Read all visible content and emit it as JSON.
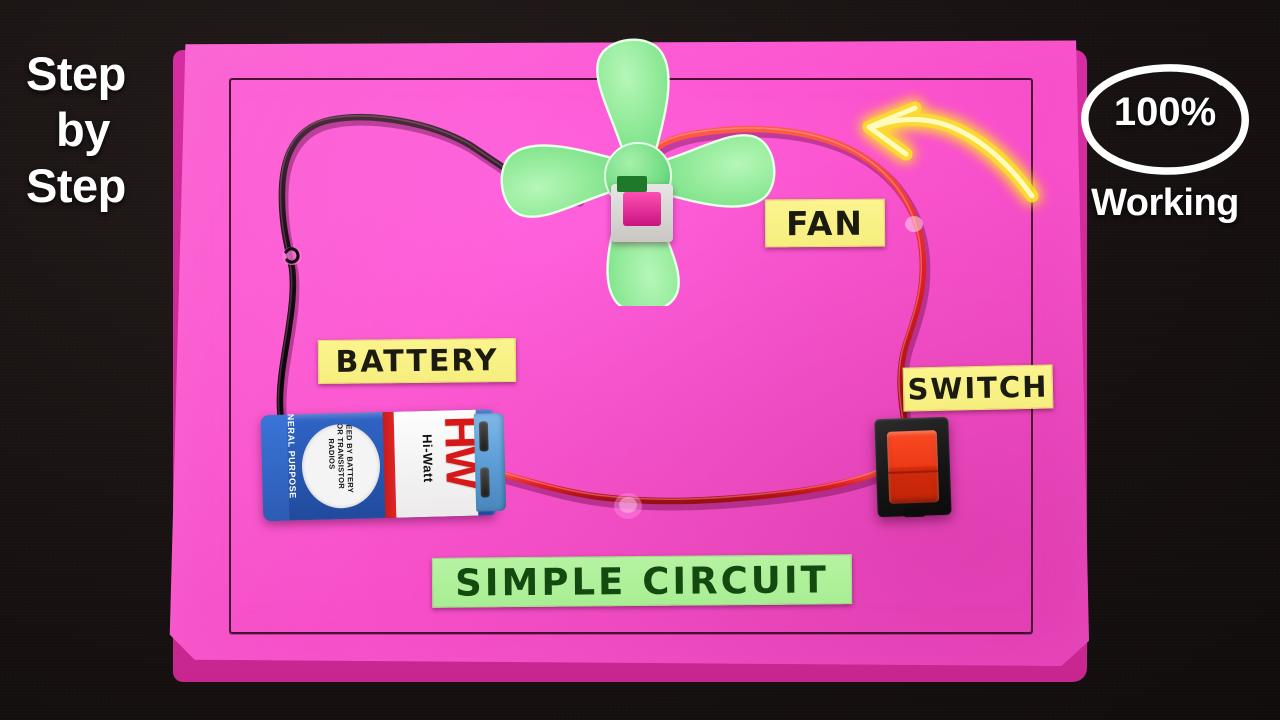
{
  "overlay": {
    "left_lines": [
      "Step",
      "by",
      "Step"
    ],
    "badge_percent": "100%",
    "badge_working": "Working"
  },
  "board": {
    "labels": {
      "battery": "BATTERY",
      "fan": "FAN",
      "switch": "SWITCH",
      "title": "SIMPLE CIRCUIT"
    }
  },
  "battery": {
    "brand": "HW",
    "brand_sub": "Hi-Watt",
    "side_text": "GENERAL PURPOSE",
    "oval_text": "SPEED BY BATTERY FOR TRANSISTOR RADIOS"
  },
  "colors": {
    "board_pink": "#fb54cf",
    "board_edge": "#c8268f",
    "sticker_yellow": "#f6ee7e",
    "sticker_green": "#a8ee93",
    "fan_green": "#8fe89a",
    "wire_red": "#e0242a",
    "wire_black": "#140a10",
    "switch_red": "#ee3a16",
    "arrow_yellow": "#fbf02a",
    "backdrop": "#171111"
  },
  "components": {
    "fan_blades": 4,
    "switch_type": "rocker",
    "arrow_direction": "left"
  }
}
